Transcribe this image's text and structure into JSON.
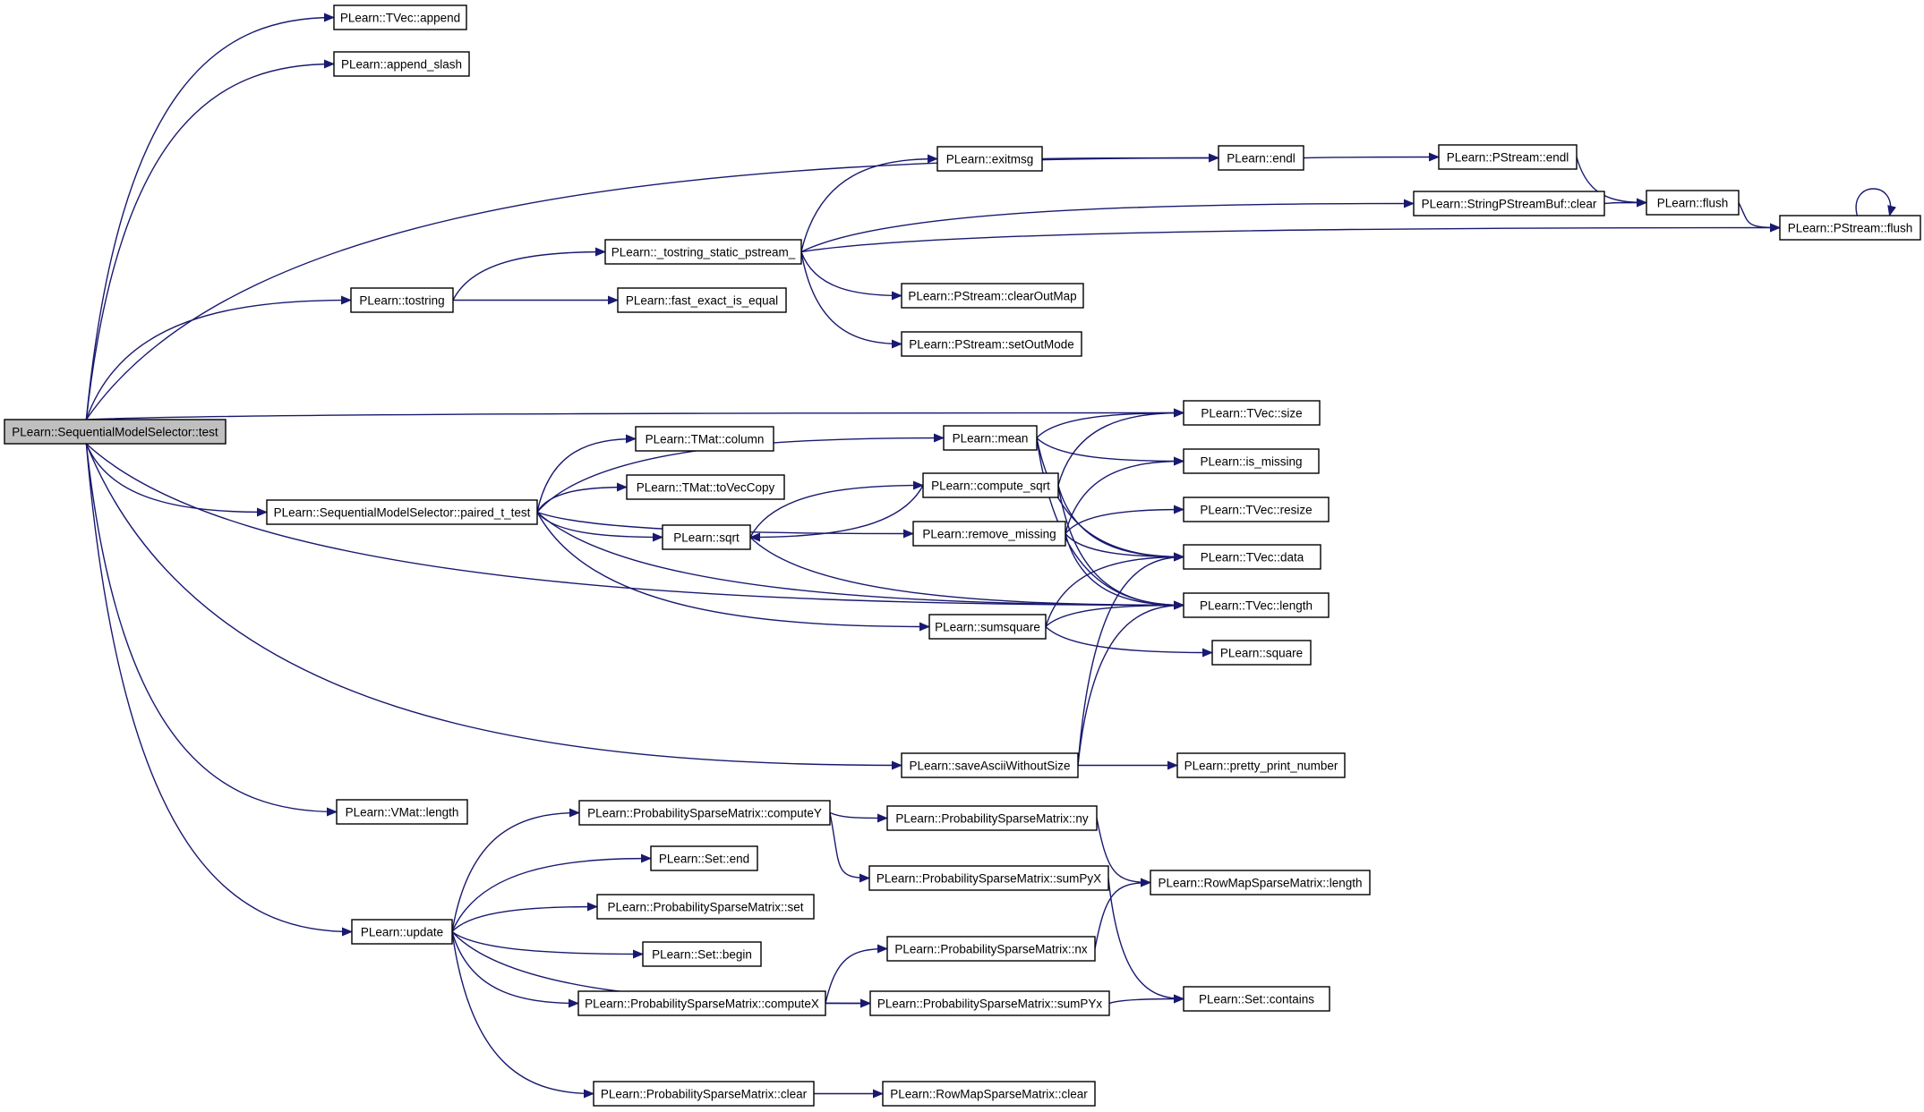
{
  "nodes": [
    {
      "id": "root",
      "label": "PLearn::SequentialModelSelector::test",
      "root": true
    },
    {
      "id": "tvec_append",
      "label": "PLearn::TVec::append"
    },
    {
      "id": "append_slash",
      "label": "PLearn::append_slash"
    },
    {
      "id": "endl",
      "label": "PLearn::endl"
    },
    {
      "id": "exitmsg",
      "label": "PLearn::exitmsg"
    },
    {
      "id": "pstream_endl",
      "label": "PLearn::PStream::endl"
    },
    {
      "id": "flush",
      "label": "PLearn::flush"
    },
    {
      "id": "spsb_clear",
      "label": "PLearn::StringPStreamBuf::clear"
    },
    {
      "id": "pstream_flush",
      "label": "PLearn::PStream::flush"
    },
    {
      "id": "tostring_static",
      "label": "PLearn::_tostring_static_pstream_"
    },
    {
      "id": "tostring",
      "label": "PLearn::tostring"
    },
    {
      "id": "fast_exact",
      "label": "PLearn::fast_exact_is_equal"
    },
    {
      "id": "clearoutmap",
      "label": "PLearn::PStream::clearOutMap"
    },
    {
      "id": "setoutmode",
      "label": "PLearn::PStream::setOutMode"
    },
    {
      "id": "tvec_size",
      "label": "PLearn::TVec::size"
    },
    {
      "id": "mean",
      "label": "PLearn::mean"
    },
    {
      "id": "is_missing",
      "label": "PLearn::is_missing"
    },
    {
      "id": "tmat_column",
      "label": "PLearn::TMat::column"
    },
    {
      "id": "compute_sqrt",
      "label": "PLearn::compute_sqrt"
    },
    {
      "id": "tmat_tovec",
      "label": "PLearn::TMat::toVecCopy"
    },
    {
      "id": "tvec_resize",
      "label": "PLearn::TVec::resize"
    },
    {
      "id": "paired",
      "label": "PLearn::SequentialModelSelector::paired_t_test"
    },
    {
      "id": "sqrt",
      "label": "PLearn::sqrt"
    },
    {
      "id": "remove_missing",
      "label": "PLearn::remove_missing"
    },
    {
      "id": "tvec_data",
      "label": "PLearn::TVec::data"
    },
    {
      "id": "tvec_length",
      "label": "PLearn::TVec::length"
    },
    {
      "id": "sumsquare",
      "label": "PLearn::sumsquare"
    },
    {
      "id": "square",
      "label": "PLearn::square"
    },
    {
      "id": "saveascii",
      "label": "PLearn::saveAsciiWithoutSize"
    },
    {
      "id": "pretty",
      "label": "PLearn::pretty_print_number"
    },
    {
      "id": "vmat_length",
      "label": "PLearn::VMat::length"
    },
    {
      "id": "computey",
      "label": "PLearn::ProbabilitySparseMatrix::computeY"
    },
    {
      "id": "psm_ny",
      "label": "PLearn::ProbabilitySparseMatrix::ny"
    },
    {
      "id": "set_end",
      "label": "PLearn::Set::end"
    },
    {
      "id": "sumpyx",
      "label": "PLearn::ProbabilitySparseMatrix::sumPyX"
    },
    {
      "id": "rmsm_length",
      "label": "PLearn::RowMapSparseMatrix::length"
    },
    {
      "id": "psm_set",
      "label": "PLearn::ProbabilitySparseMatrix::set"
    },
    {
      "id": "update",
      "label": "PLearn::update"
    },
    {
      "id": "set_begin",
      "label": "PLearn::Set::begin"
    },
    {
      "id": "psm_nx",
      "label": "PLearn::ProbabilitySparseMatrix::nx"
    },
    {
      "id": "computex",
      "label": "PLearn::ProbabilitySparseMatrix::computeX"
    },
    {
      "id": "sumpyx2",
      "label": "PLearn::ProbabilitySparseMatrix::sumPYx"
    },
    {
      "id": "set_contains",
      "label": "PLearn::Set::contains"
    },
    {
      "id": "psm_clear",
      "label": "PLearn::ProbabilitySparseMatrix::clear"
    },
    {
      "id": "rmsm_clear",
      "label": "PLearn::RowMapSparseMatrix::clear"
    }
  ],
  "edges": [
    {
      "from": "root",
      "to": "tvec_append"
    },
    {
      "from": "root",
      "to": "append_slash"
    },
    {
      "from": "root",
      "to": "endl"
    },
    {
      "from": "root",
      "to": "tostring"
    },
    {
      "from": "root",
      "to": "tvec_size"
    },
    {
      "from": "root",
      "to": "paired"
    },
    {
      "from": "root",
      "to": "tvec_length"
    },
    {
      "from": "root",
      "to": "saveascii"
    },
    {
      "from": "root",
      "to": "vmat_length"
    },
    {
      "from": "root",
      "to": "update"
    },
    {
      "from": "tostring",
      "to": "tostring_static"
    },
    {
      "from": "tostring",
      "to": "fast_exact"
    },
    {
      "from": "tostring_static",
      "to": "exitmsg"
    },
    {
      "from": "tostring_static",
      "to": "spsb_clear"
    },
    {
      "from": "tostring_static",
      "to": "pstream_flush"
    },
    {
      "from": "tostring_static",
      "to": "clearoutmap"
    },
    {
      "from": "tostring_static",
      "to": "setoutmode"
    },
    {
      "from": "exitmsg",
      "to": "endl"
    },
    {
      "from": "endl",
      "to": "pstream_endl"
    },
    {
      "from": "pstream_endl",
      "to": "flush"
    },
    {
      "from": "spsb_clear",
      "to": "flush"
    },
    {
      "from": "flush",
      "to": "pstream_flush"
    },
    {
      "from": "pstream_flush",
      "to": "pstream_flush"
    },
    {
      "from": "paired",
      "to": "mean"
    },
    {
      "from": "paired",
      "to": "tmat_column"
    },
    {
      "from": "paired",
      "to": "tmat_tovec"
    },
    {
      "from": "paired",
      "to": "sqrt"
    },
    {
      "from": "paired",
      "to": "remove_missing"
    },
    {
      "from": "paired",
      "to": "sumsquare"
    },
    {
      "from": "paired",
      "to": "tvec_length"
    },
    {
      "from": "mean",
      "to": "tvec_size"
    },
    {
      "from": "mean",
      "to": "is_missing"
    },
    {
      "from": "mean",
      "to": "tvec_data"
    },
    {
      "from": "mean",
      "to": "tvec_length"
    },
    {
      "from": "compute_sqrt",
      "to": "sqrt"
    },
    {
      "from": "compute_sqrt",
      "to": "tvec_size"
    },
    {
      "from": "compute_sqrt",
      "to": "tvec_data"
    },
    {
      "from": "compute_sqrt",
      "to": "tvec_length"
    },
    {
      "from": "sqrt",
      "to": "compute_sqrt"
    },
    {
      "from": "sqrt",
      "to": "tvec_length"
    },
    {
      "from": "remove_missing",
      "to": "is_missing"
    },
    {
      "from": "remove_missing",
      "to": "tvec_resize"
    },
    {
      "from": "remove_missing",
      "to": "tvec_data"
    },
    {
      "from": "remove_missing",
      "to": "tvec_length"
    },
    {
      "from": "sumsquare",
      "to": "tvec_data"
    },
    {
      "from": "sumsquare",
      "to": "tvec_length"
    },
    {
      "from": "sumsquare",
      "to": "square"
    },
    {
      "from": "saveascii",
      "to": "tvec_data"
    },
    {
      "from": "saveascii",
      "to": "tvec_length"
    },
    {
      "from": "saveascii",
      "to": "pretty"
    },
    {
      "from": "update",
      "to": "computey"
    },
    {
      "from": "update",
      "to": "set_end"
    },
    {
      "from": "update",
      "to": "psm_set"
    },
    {
      "from": "update",
      "to": "set_begin"
    },
    {
      "from": "update",
      "to": "computex"
    },
    {
      "from": "update",
      "to": "sumpyx2"
    },
    {
      "from": "update",
      "to": "psm_clear"
    },
    {
      "from": "computey",
      "to": "psm_ny"
    },
    {
      "from": "computey",
      "to": "sumpyx"
    },
    {
      "from": "psm_ny",
      "to": "rmsm_length"
    },
    {
      "from": "sumpyx",
      "to": "set_contains"
    },
    {
      "from": "computex",
      "to": "psm_nx"
    },
    {
      "from": "computex",
      "to": "sumpyx2"
    },
    {
      "from": "psm_nx",
      "to": "rmsm_length"
    },
    {
      "from": "sumpyx2",
      "to": "set_contains"
    },
    {
      "from": "psm_clear",
      "to": "rmsm_clear"
    }
  ]
}
